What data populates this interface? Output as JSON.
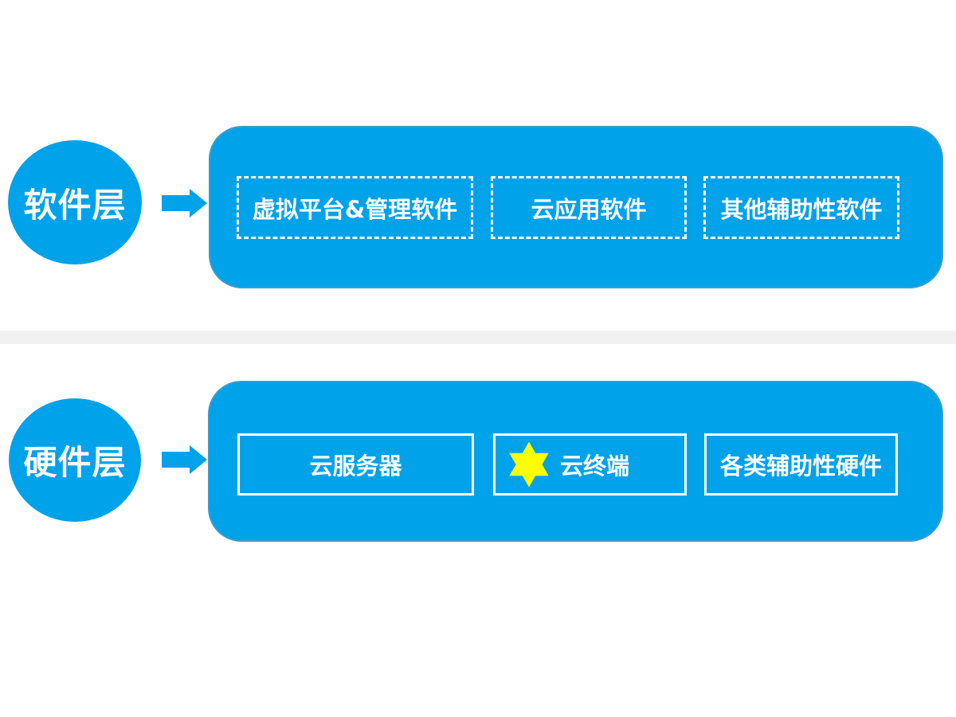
{
  "colors": {
    "primary_blue": "#00a2ea",
    "divider_gray": "#f1f1f1",
    "star_yellow": "#ffff00",
    "text_white": "#ffffff"
  },
  "layers": [
    {
      "id": "software",
      "label": "软件层",
      "box_style": "dashed",
      "items": [
        {
          "label": "虚拟平台&管理软件"
        },
        {
          "label": "云应用软件"
        },
        {
          "label": "其他辅助性软件"
        }
      ]
    },
    {
      "id": "hardware",
      "label": "硬件层",
      "box_style": "solid",
      "items": [
        {
          "label": "云服务器"
        },
        {
          "label": "云终端",
          "icon": "star"
        },
        {
          "label": "各类辅助性硬件"
        }
      ]
    }
  ]
}
